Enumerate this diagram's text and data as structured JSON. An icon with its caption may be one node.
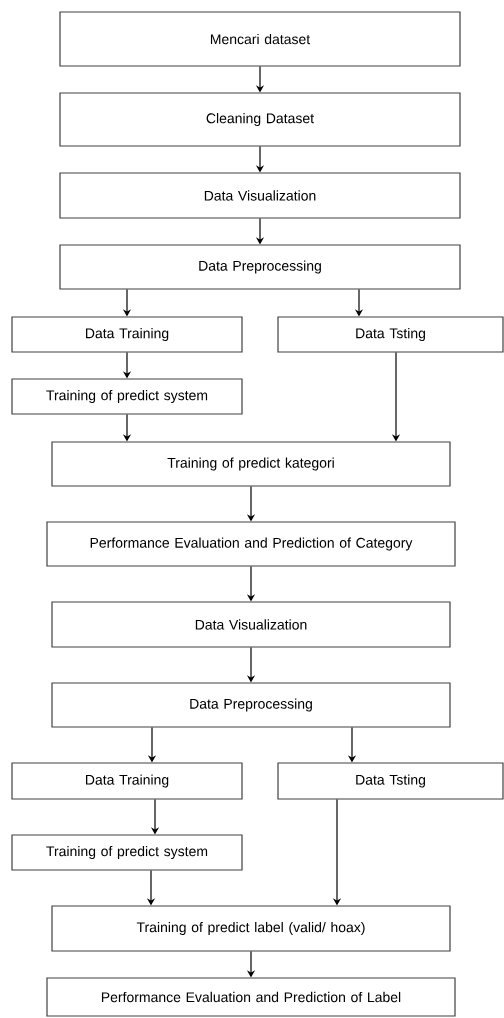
{
  "diagram": {
    "nodes": [
      {
        "text": [
          "Mencari dataset"
        ]
      },
      {
        "text": [
          "Cleaning Dataset"
        ]
      },
      {
        "text": [
          "Data Visualization"
        ]
      },
      {
        "text": [
          "Data Preprocessing"
        ]
      },
      {
        "text": [
          "Data Training"
        ]
      },
      {
        "text": [
          "Data Tsting"
        ]
      },
      {
        "text": [
          "Training of predict system"
        ]
      },
      {
        "text": [
          "Training of predict kategori"
        ]
      },
      {
        "text": [
          "Performance Evaluation and Prediction of Category"
        ]
      },
      {
        "text": [
          "Data Visualization"
        ]
      },
      {
        "text": [
          "Data Preprocessing"
        ]
      },
      {
        "text": [
          "Data Training"
        ]
      },
      {
        "text": [
          "Data Tsting"
        ]
      },
      {
        "text": [
          "Training of predict system"
        ]
      },
      {
        "text": [
          "Training of predict label (valid/ hoax)"
        ]
      },
      {
        "text": [
          "Performance Evaluation and Prediction of Label"
        ]
      }
    ],
    "edges": [
      {
        "from": 0,
        "to": 1,
        "arrow": "to"
      },
      {
        "from": 1,
        "to": 2,
        "arrow": "to"
      },
      {
        "from": 2,
        "to": 3,
        "arrow": "to"
      },
      {
        "from": 3,
        "to": 4,
        "arrow": "to"
      },
      {
        "from": 3,
        "to": 5,
        "arrow": "to"
      },
      {
        "from": 4,
        "to": 6,
        "arrow": "to"
      },
      {
        "from": 5,
        "to": 7,
        "arrow": "to"
      },
      {
        "from": 6,
        "to": 7,
        "arrow": "to"
      },
      {
        "from": 7,
        "to": 8,
        "arrow": "to"
      },
      {
        "from": 8,
        "to": 9,
        "arrow": "to"
      },
      {
        "from": 9,
        "to": 10,
        "arrow": "to"
      },
      {
        "from": 10,
        "to": 11,
        "arrow": "to"
      },
      {
        "from": 10,
        "to": 12,
        "arrow": "to"
      },
      {
        "from": 11,
        "to": 13,
        "arrow": "to"
      },
      {
        "from": 12,
        "to": 14,
        "arrow": "to"
      },
      {
        "from": 13,
        "to": 14,
        "arrow": "to"
      },
      {
        "from": 14,
        "to": 15,
        "arrow": "to"
      }
    ]
  }
}
